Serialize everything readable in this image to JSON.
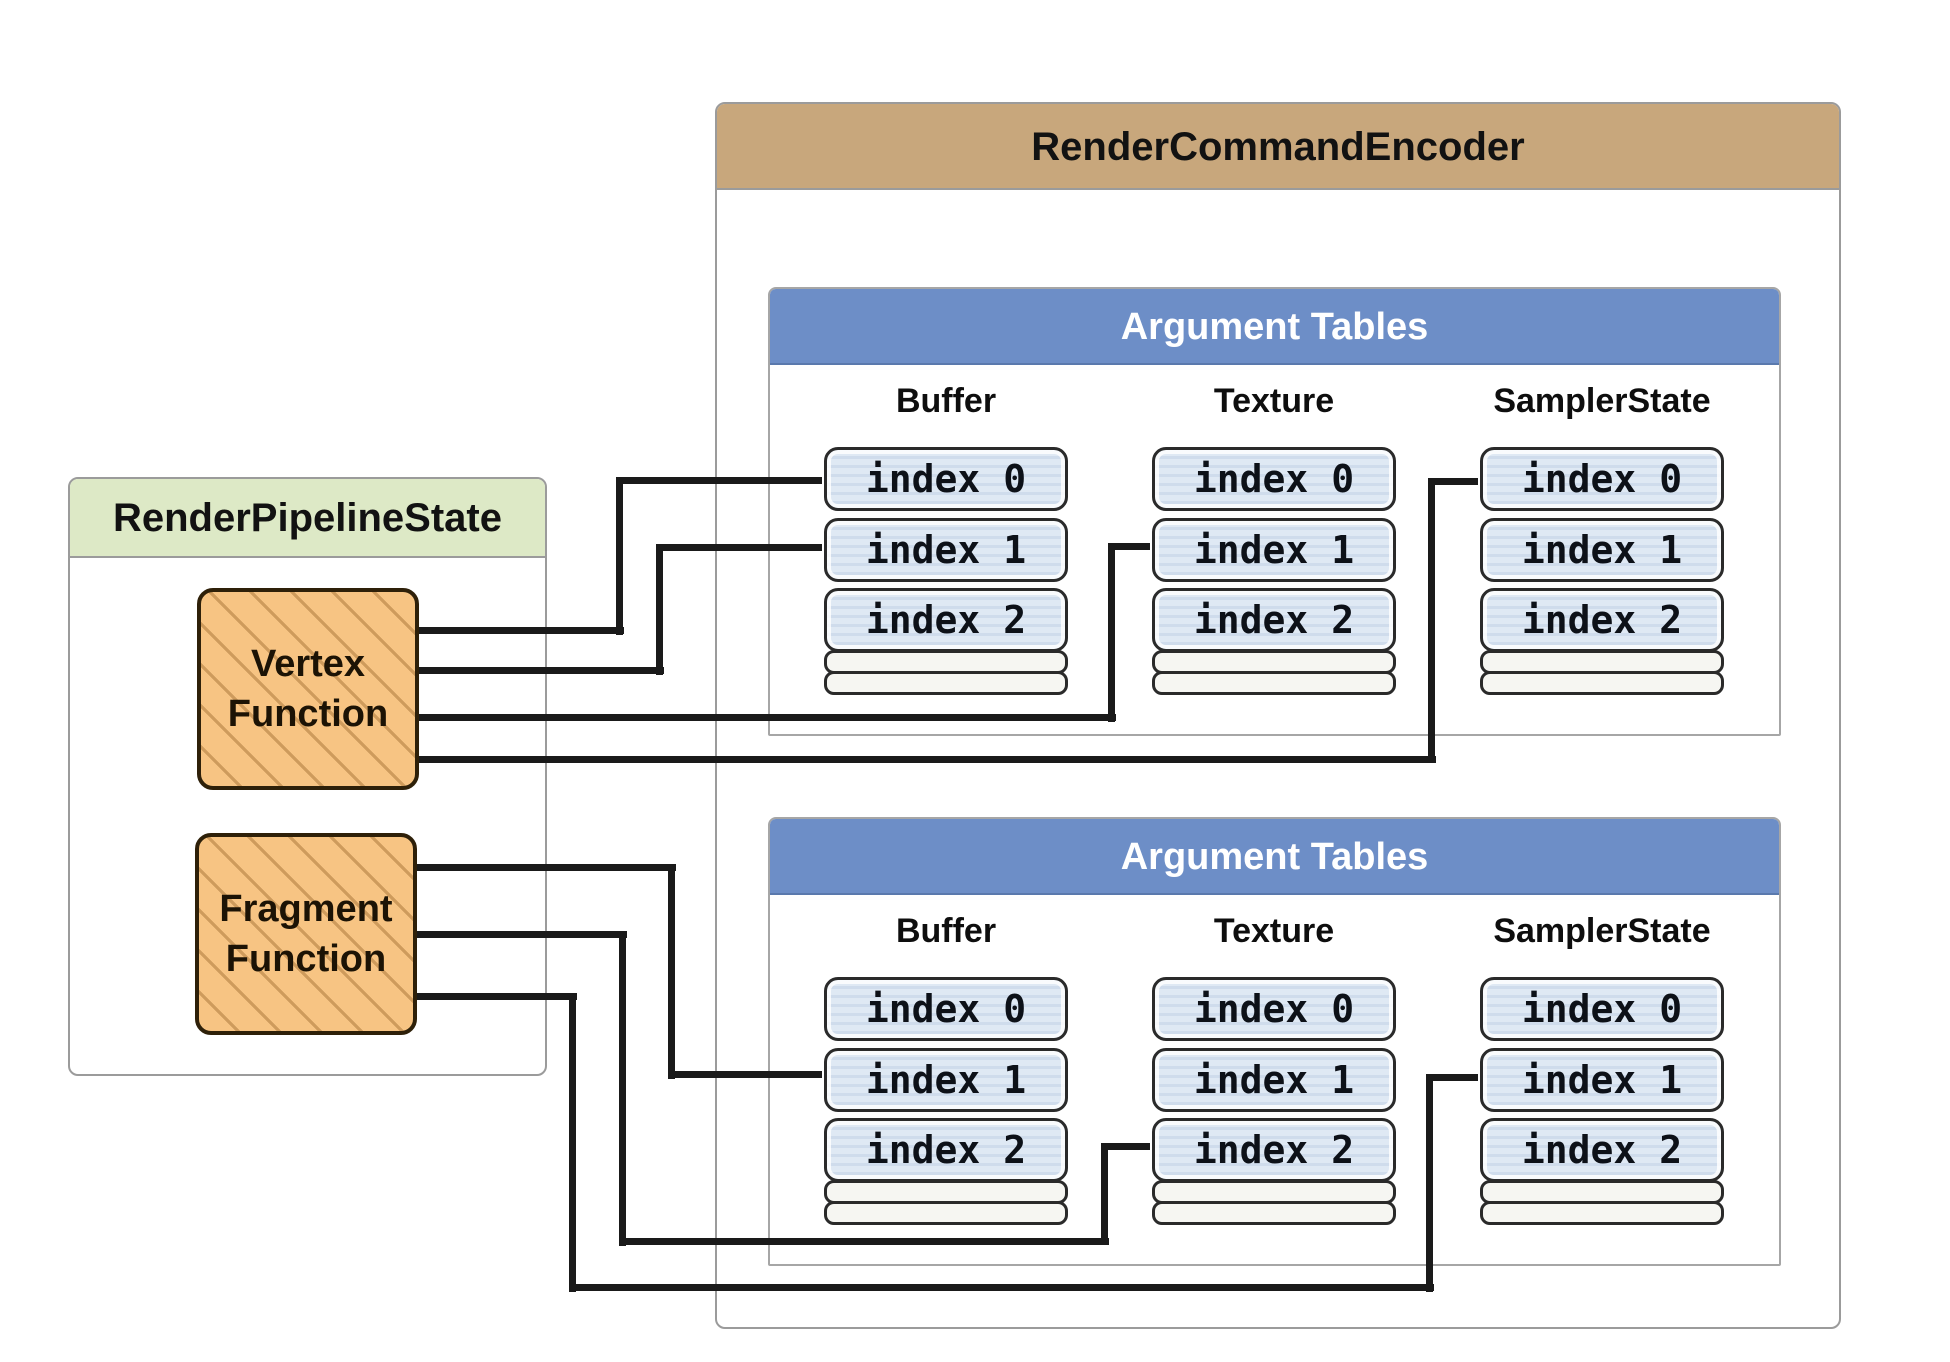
{
  "render_pipeline_state": {
    "title": "RenderPipelineState"
  },
  "render_command_encoder": {
    "title": "RenderCommandEncoder"
  },
  "vertex_function": {
    "line1": "Vertex",
    "line2": "Function"
  },
  "fragment_function": {
    "line1": "Fragment",
    "line2": "Function"
  },
  "argument_tables": [
    {
      "title": "Argument Tables",
      "columns": [
        {
          "header": "Buffer",
          "slots": [
            "index 0",
            "index 1",
            "index 2"
          ]
        },
        {
          "header": "Texture",
          "slots": [
            "index 0",
            "index 1",
            "index 2"
          ]
        },
        {
          "header": "SamplerState",
          "slots": [
            "index 0",
            "index 1",
            "index 2"
          ]
        }
      ]
    },
    {
      "title": "Argument Tables",
      "columns": [
        {
          "header": "Buffer",
          "slots": [
            "index 0",
            "index 1",
            "index 2"
          ]
        },
        {
          "header": "Texture",
          "slots": [
            "index 0",
            "index 1",
            "index 2"
          ]
        },
        {
          "header": "SamplerState",
          "slots": [
            "index 0",
            "index 1",
            "index 2"
          ]
        }
      ]
    }
  ],
  "connections": [
    {
      "from": "vertex-function",
      "to": "table1-buffer-index0"
    },
    {
      "from": "vertex-function",
      "to": "table1-buffer-index1"
    },
    {
      "from": "vertex-function",
      "to": "table1-texture-index1"
    },
    {
      "from": "vertex-function",
      "to": "table1-samplerstate-index0"
    },
    {
      "from": "fragment-function",
      "to": "table2-buffer-index1"
    },
    {
      "from": "fragment-function",
      "to": "table2-texture-index2"
    },
    {
      "from": "fragment-function",
      "to": "table2-samplerstate-index1"
    }
  ],
  "colors": {
    "encoder_header": "#c8a77c",
    "pipeline_header": "#dde9c6",
    "table_header": "#6d8ec7",
    "slot_fill": "#dce6f2",
    "function_fill": "#f7c483",
    "connector": "#1a1a1a"
  }
}
